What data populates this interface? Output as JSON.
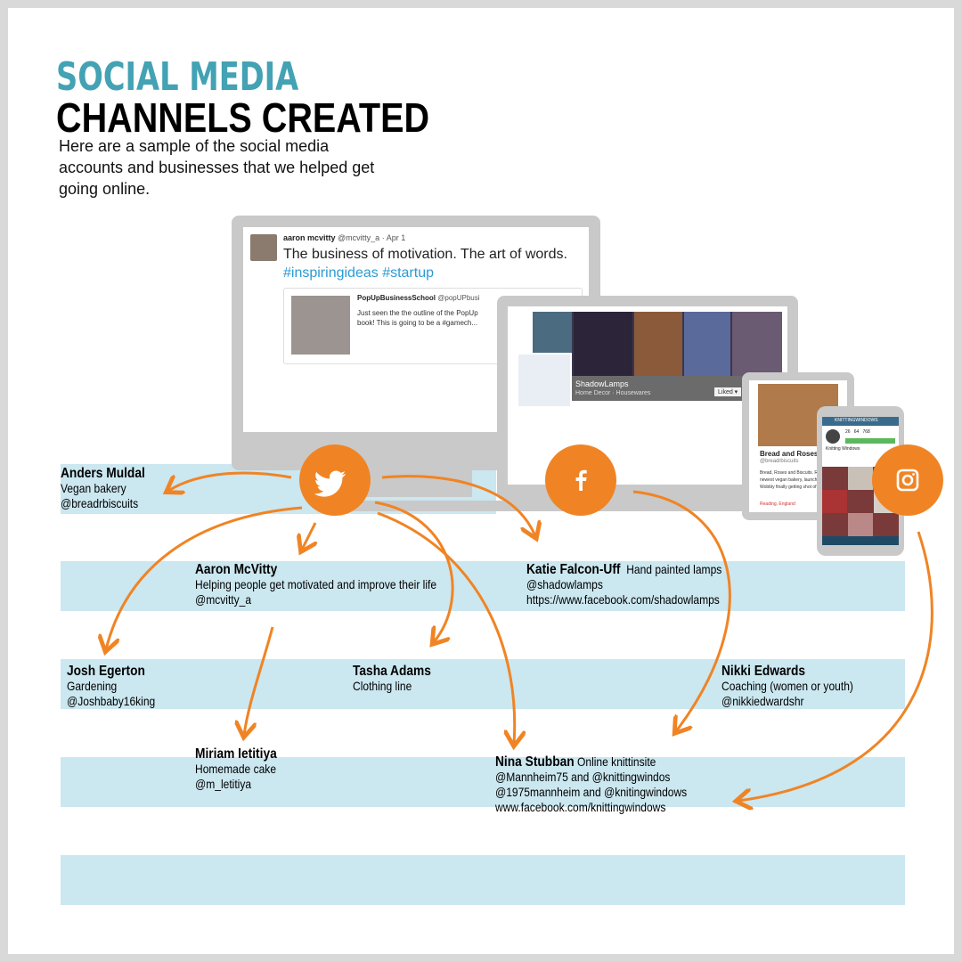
{
  "header": {
    "title_line1": "SOCIAL MEDIA",
    "title_line2": "CHANNELS CREATED",
    "intro": "Here are a sample of the social media accounts and businesses that we helped get going online."
  },
  "colors": {
    "teal_title": "#43a2b3",
    "band": "#cbe7f0",
    "orange": "#f08424",
    "device_gray": "#c9c9c9"
  },
  "icons": {
    "twitter": "twitter-bird-icon",
    "facebook": "facebook-f-icon",
    "instagram": "instagram-camera-icon"
  },
  "tweet": {
    "author": "aaron mcvitty",
    "handle_date": "@mcvitty_a · Apr 1",
    "text_plain": "The business of motivation. The art of words.",
    "tag1": "#inspiringideas",
    "tag2": "#startup",
    "quote_author": "PopUpBusinessSchool",
    "quote_handle": "@popUPbusi",
    "quote_text1": "Just seen the the outline of the PopUp",
    "quote_text2": "book! This is going to be a #gamech..."
  },
  "facebook_page": {
    "name": "ShadowLamps",
    "category": "Home Decor · Housewares",
    "liked": "Liked ▾"
  },
  "tablet_page": {
    "name": "Bread and Roses",
    "handle": "@breadrbiscuits",
    "bio1": "Bread, Roses and Biscuits. R",
    "bio2": "newest vegan bakery, launch",
    "bio3": "Wobbly finally getting shot of",
    "location": "Reading, England"
  },
  "phone_page": {
    "name": "KNITTINGWINDOWS",
    "stats": [
      "26",
      "64",
      "768"
    ],
    "bio": "Knitting Windows"
  },
  "people": [
    {
      "name": "Anders Muldal",
      "desc": "Vegan bakery",
      "handles": [
        "@breadrbiscuits"
      ]
    },
    {
      "name": "Aaron McVitty",
      "desc": "Helping people get motivated and improve their life",
      "handles": [
        "@mcvitty_a"
      ]
    },
    {
      "name": "Katie Falcon-Uff",
      "desc": "Hand painted lamps",
      "handles": [
        "@shadowlamps",
        "https://www.facebook.com/shadowlamps"
      ]
    },
    {
      "name": "Josh Egerton",
      "desc": "Gardening",
      "handles": [
        "@Joshbaby16king"
      ]
    },
    {
      "name": "Tasha Adams",
      "desc": "Clothing line",
      "handles": []
    },
    {
      "name": "Nikki Edwards",
      "desc": "Coaching (women or youth)",
      "handles": [
        "@nikkiedwardshr"
      ]
    },
    {
      "name": "Miriam Ietitiya",
      "desc": "Homemade cake",
      "handles": [
        "@m_letitiya"
      ]
    },
    {
      "name": "Nina Stubban",
      "desc": "Online knittinsite",
      "handles": [
        "@Mannheim75 and @knittingwindos",
        "@1975mannheim and @knitingwindows",
        "www.facebook.com/knittingwindows"
      ]
    }
  ]
}
